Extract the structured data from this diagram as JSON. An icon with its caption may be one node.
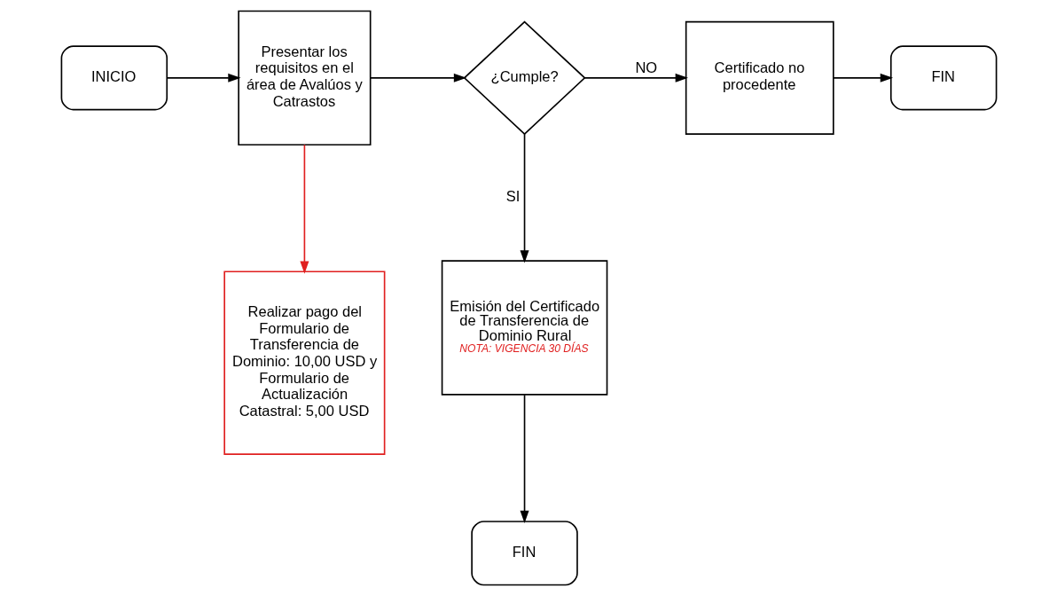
{
  "diagram": {
    "nodes": [
      {
        "text": [
          "INICIO"
        ]
      },
      {
        "text": [
          "Presentar los requisitos en el área de Avalúos y Catrastos"
        ]
      },
      {
        "text": [
          "Realizar pago del Formulario de Transferencia de Dominio: 10,00 USD y Formulario de Actualización Catastral: 5,00 USD"
        ]
      },
      {
        "text": [
          "¿Cumple?"
        ]
      },
      {
        "text": [
          "Certificado no procedente"
        ]
      },
      {
        "text": [
          "FIN"
        ]
      },
      {
        "text": [
          "Emisión del Certificado de Transferencia de Dominio Rural",
          "NOTA: VIGENCIA 30 DÍAS"
        ]
      },
      {
        "text": [
          "FIN"
        ]
      }
    ],
    "edges": [
      {
        "from": 0,
        "to": 1,
        "arrow": "to"
      },
      {
        "from": 1,
        "to": 2,
        "arrow": "to",
        "color": "#e02020"
      },
      {
        "from": 1,
        "to": 3,
        "arrow": "to"
      },
      {
        "from": 3,
        "to": 4,
        "arrow": "to",
        "label": "NO"
      },
      {
        "from": 4,
        "to": 5,
        "arrow": "to"
      },
      {
        "from": 3,
        "to": 6,
        "arrow": "to",
        "label": "SI"
      },
      {
        "from": 6,
        "to": 7,
        "arrow": "to"
      }
    ]
  }
}
